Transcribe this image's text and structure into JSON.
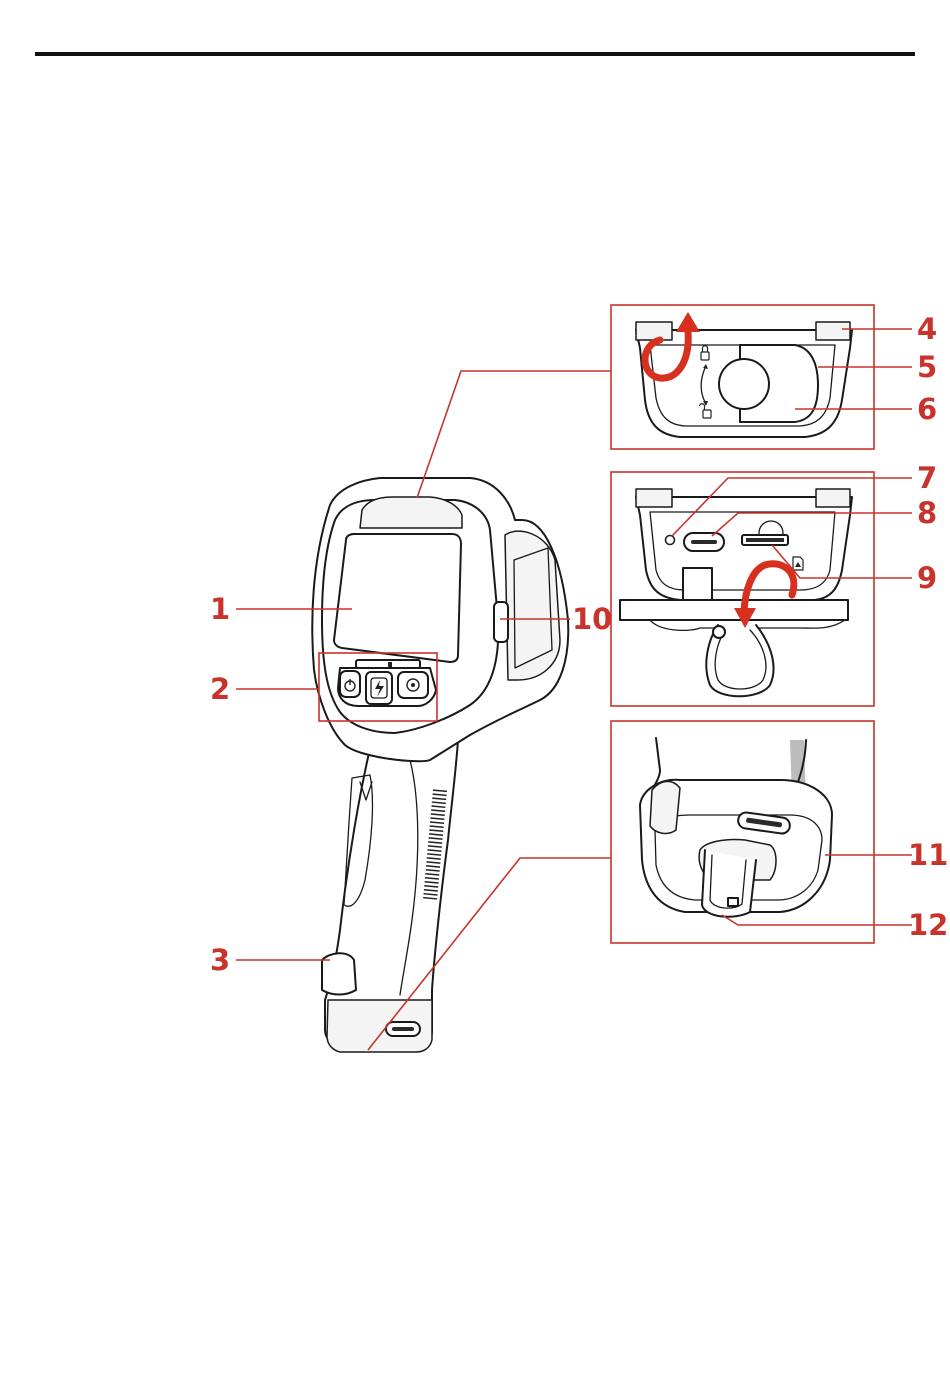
{
  "labels": {
    "c1": "1",
    "c2": "2",
    "c3": "3",
    "c4": "4",
    "c5": "5",
    "c6": "6",
    "c7": "7",
    "c8": "8",
    "c9": "9",
    "c10": "10",
    "c11": "11",
    "c12": "12"
  },
  "colors": {
    "accent": "#c8332b",
    "outline": "#1a1a1a",
    "rule": "#111111",
    "arrow": "#d7301f"
  },
  "icons": {
    "lens_lock": "lock-icon",
    "lens_unlock": "unlock-icon",
    "power_button": "power-icon",
    "capture_button": "lightning-icon",
    "settings_button": "target-icon",
    "sd_card": "sd-card-icon"
  }
}
